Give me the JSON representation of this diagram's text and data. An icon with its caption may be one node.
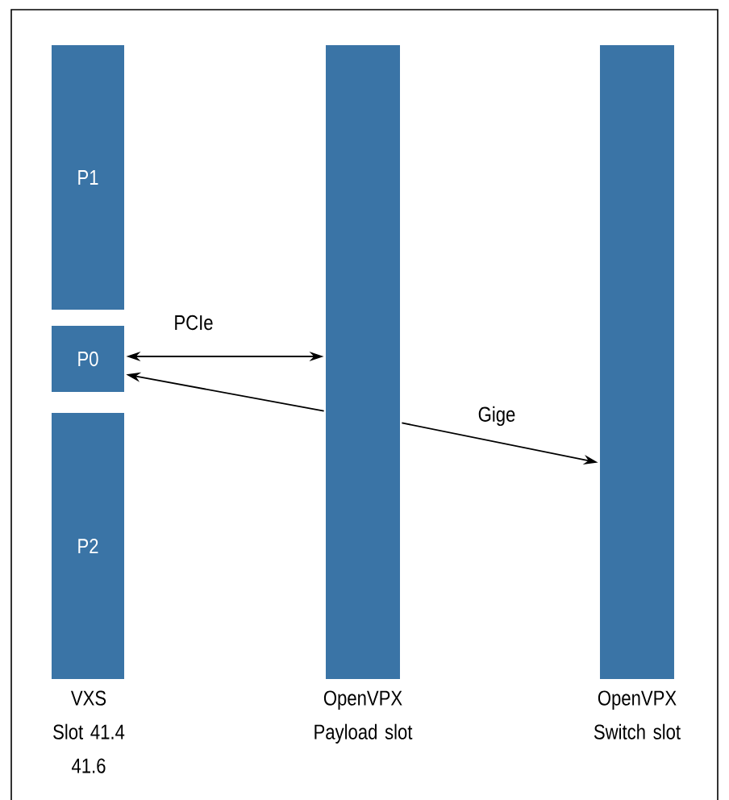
{
  "diagram": {
    "nodes": [
      {
        "text": [
          "P1"
        ]
      },
      {
        "text": [
          "P0"
        ]
      },
      {
        "text": [
          "P2"
        ],
        "beside": [
          "VXS Slot 41.4 41.6"
        ]
      },
      {
        "text": [],
        "shape": "bar",
        "beside": [
          "OpenVPX Payload slot"
        ]
      },
      {
        "text": [],
        "shape": "bar",
        "beside": [
          "OpenVPX Switch slot"
        ]
      }
    ],
    "edges": [
      {
        "from": 1,
        "to": 3,
        "arrow": "both",
        "label": "PCIe"
      },
      {
        "from": 3,
        "to": 1,
        "arrow": "to"
      },
      {
        "from": 3,
        "to": 4,
        "arrow": "to",
        "label": "Gige"
      }
    ]
  }
}
